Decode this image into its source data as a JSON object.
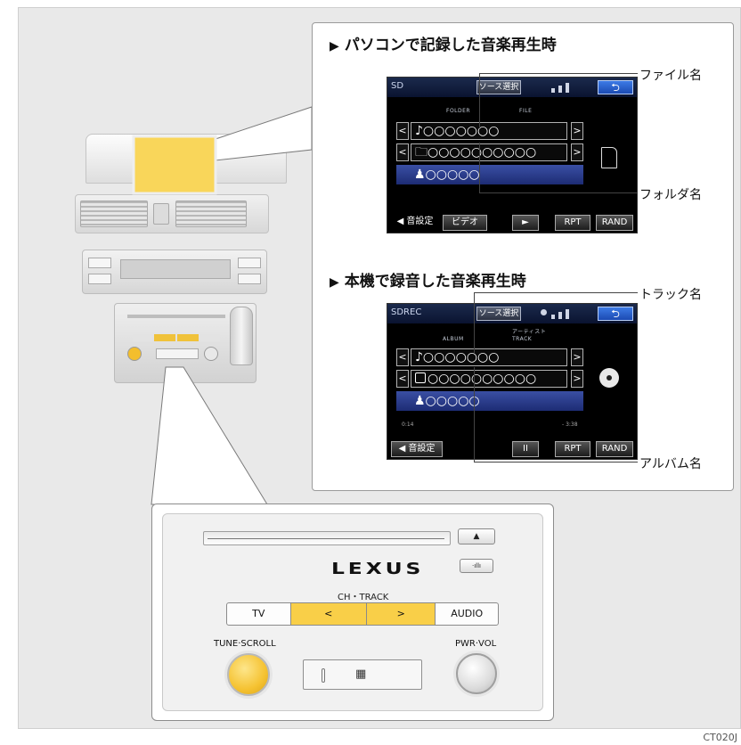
{
  "footer_code": "CT020J",
  "callout": {
    "pc_heading": "パソコンで記録した音楽再生時",
    "rec_heading": "本機で録音した音楽再生時",
    "labels": {
      "file_name": "ファイル名",
      "folder_name": "フォルダ名",
      "track_name": "トラック名",
      "album_name": "アルバム名"
    }
  },
  "screen_pc": {
    "source_name": "SD",
    "source_select": "ソース選択",
    "back_icon": "⮌",
    "col_folder": "FOLDER",
    "col_file": "FILE",
    "file_row": "♪○○○○○○○",
    "folder_row": "🗀○○○○○○○○○○",
    "artist_row": "♟○○○○○",
    "buttons": {
      "sound": "◀ 音設定",
      "video": "ビデオ",
      "play": "►",
      "rpt": "RPT",
      "rand": "RAND"
    }
  },
  "screen_rec": {
    "source_name": "SDREC",
    "source_select": "ソース選択",
    "back_icon": "⮌",
    "col_artist": "アーティスト",
    "col_album": "ALBUM",
    "col_track": "TRACK",
    "track_row": "♪○○○○○○○",
    "album_row": "○○○○○○○○○○",
    "artist_row": "♟○○○○○",
    "time_start": "0:14",
    "time_end": "- 3:38",
    "buttons": {
      "sound": "◀ 音設定",
      "pause": "II",
      "rpt": "RPT",
      "rand": "RAND"
    }
  },
  "audio_panel": {
    "eject": "▲",
    "logo": "LEXUS",
    "ss_button": "·ıllı",
    "ch_track": "CH・TRACK",
    "buttons": {
      "tv": "TV",
      "prev": "<",
      "next": ">",
      "audio": "AUDIO"
    },
    "tune_scroll": "TUNE·SCROLL",
    "pwr_vol": "PWR·VOL",
    "sym": "▦"
  },
  "colors": {
    "accent_yellow": "#f9cf48",
    "screen_blue": "#2a3c8e"
  }
}
